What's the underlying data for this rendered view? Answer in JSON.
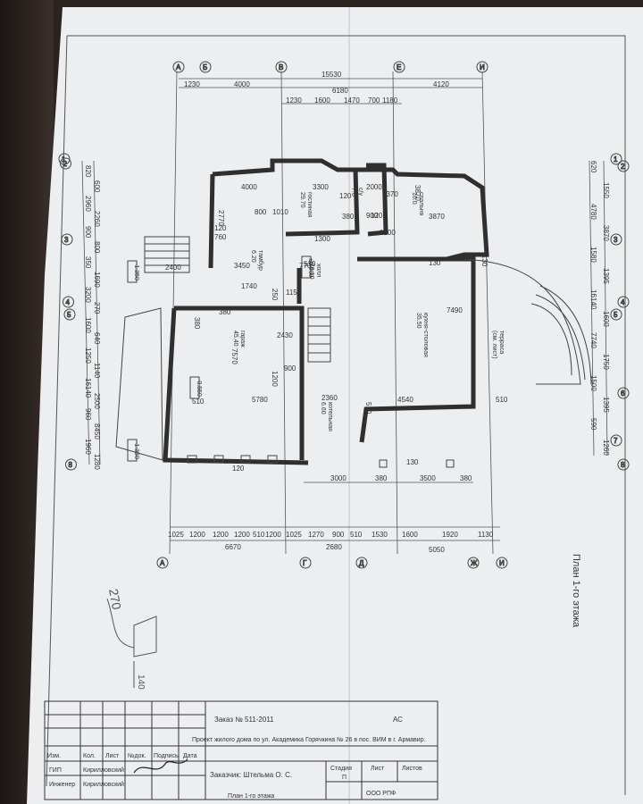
{
  "drawing": {
    "top_axes": [
      "А",
      "Б",
      "В",
      "Е",
      "И"
    ],
    "bottom_axes": [
      "А",
      "Г",
      "Д",
      "Ж",
      "И"
    ],
    "left_axes": [
      "1",
      "2",
      "3",
      "4",
      "5",
      "8"
    ],
    "right_axes": [
      "1",
      "2",
      "3",
      "4",
      "5",
      "6",
      "7",
      "8"
    ],
    "top_dims_row1": [
      "15530"
    ],
    "top_dims_row2": [
      "1230",
      "4000",
      "6180",
      "4120"
    ],
    "top_dims_row3": [
      "1230",
      "1600",
      "1470",
      "700",
      "1180"
    ],
    "left_dims": [
      "820",
      "600",
      "2960",
      "2260",
      "900",
      "800",
      "350",
      "1690",
      "3200",
      "270",
      "1600",
      "640",
      "1250",
      "1140",
      "16140",
      "2500",
      "960",
      "8450",
      "1960",
      "1280"
    ],
    "right_dims": [
      "620",
      "1550",
      "4780",
      "3870",
      "1580",
      "1395",
      "16140",
      "1600",
      "7740",
      "1750",
      "1500",
      "1395",
      "590",
      "1260"
    ],
    "bottom_dims_row1": [
      "3000",
      "380",
      "3500",
      "380"
    ],
    "bottom_dims_row2": [
      "1025",
      "1200",
      "1200",
      "1200",
      "510",
      "1200",
      "1025",
      "1270",
      "900",
      "510",
      "1530",
      "1600",
      "1920",
      "1130"
    ],
    "bottom_dims_row3": [
      "6670",
      "2680",
      "5050"
    ],
    "inner_dims": [
      "4000",
      "3300",
      "120",
      "2000",
      "3870",
      "3370",
      "120",
      "800",
      "1010",
      "2770",
      "380",
      "900",
      "1200",
      "3870",
      "130",
      "2400",
      "760",
      "3450",
      "1740",
      "250",
      "1150",
      "1300",
      "770",
      "510",
      "1200",
      "130",
      "2430",
      "7490",
      "900",
      "7570",
      "5780",
      "510",
      "2360",
      "4540",
      "510",
      "510",
      "120",
      "120",
      "380",
      "380",
      "130"
    ],
    "rooms": [
      {
        "name": "гостиная",
        "area": "29.70"
      },
      {
        "name": "спальня",
        "area": "16.0"
      },
      {
        "name": "с/у",
        "area": "7.0"
      },
      {
        "name": "тамбур",
        "area": "6.20"
      },
      {
        "name": "холл",
        "area": "18.10"
      },
      {
        "name": "кухня-столовая",
        "area": "35.50"
      },
      {
        "name": "терраса",
        "area": "(см. лист)"
      },
      {
        "name": "гараж",
        "area": "45.40"
      },
      {
        "name": "котельная",
        "area": "6.60"
      }
    ],
    "levels": [
      "-1.350",
      "±0.000",
      "-0.550",
      "-1.350"
    ],
    "plan_title": "План 1-го этажа",
    "handwritten_note": "270",
    "handwritten_note2": "140"
  },
  "title_block": {
    "order": "Заказ № 511-2011",
    "stage_code": "АС",
    "project": "Проект жилого дома по ул. Академика Горячкина № 26 в пос. ВИМ в г. Армавир.",
    "headers": [
      "Изм.",
      "Кол.",
      "Лист",
      "№док.",
      "Подпись",
      "Дата"
    ],
    "role_gip": "ГИП",
    "role_engineer": "Инженер",
    "name_gip": "Кирилловский",
    "name_engineer": "Кирилловский",
    "customer": "Заказчик: Штельма О. С.",
    "stage_label": "Стадия",
    "sheet_label": "Лист",
    "sheets_label": "Листов",
    "stage_value": "П",
    "company": "ООО РПФ",
    "sheet_title": "План 1-го этажа"
  }
}
